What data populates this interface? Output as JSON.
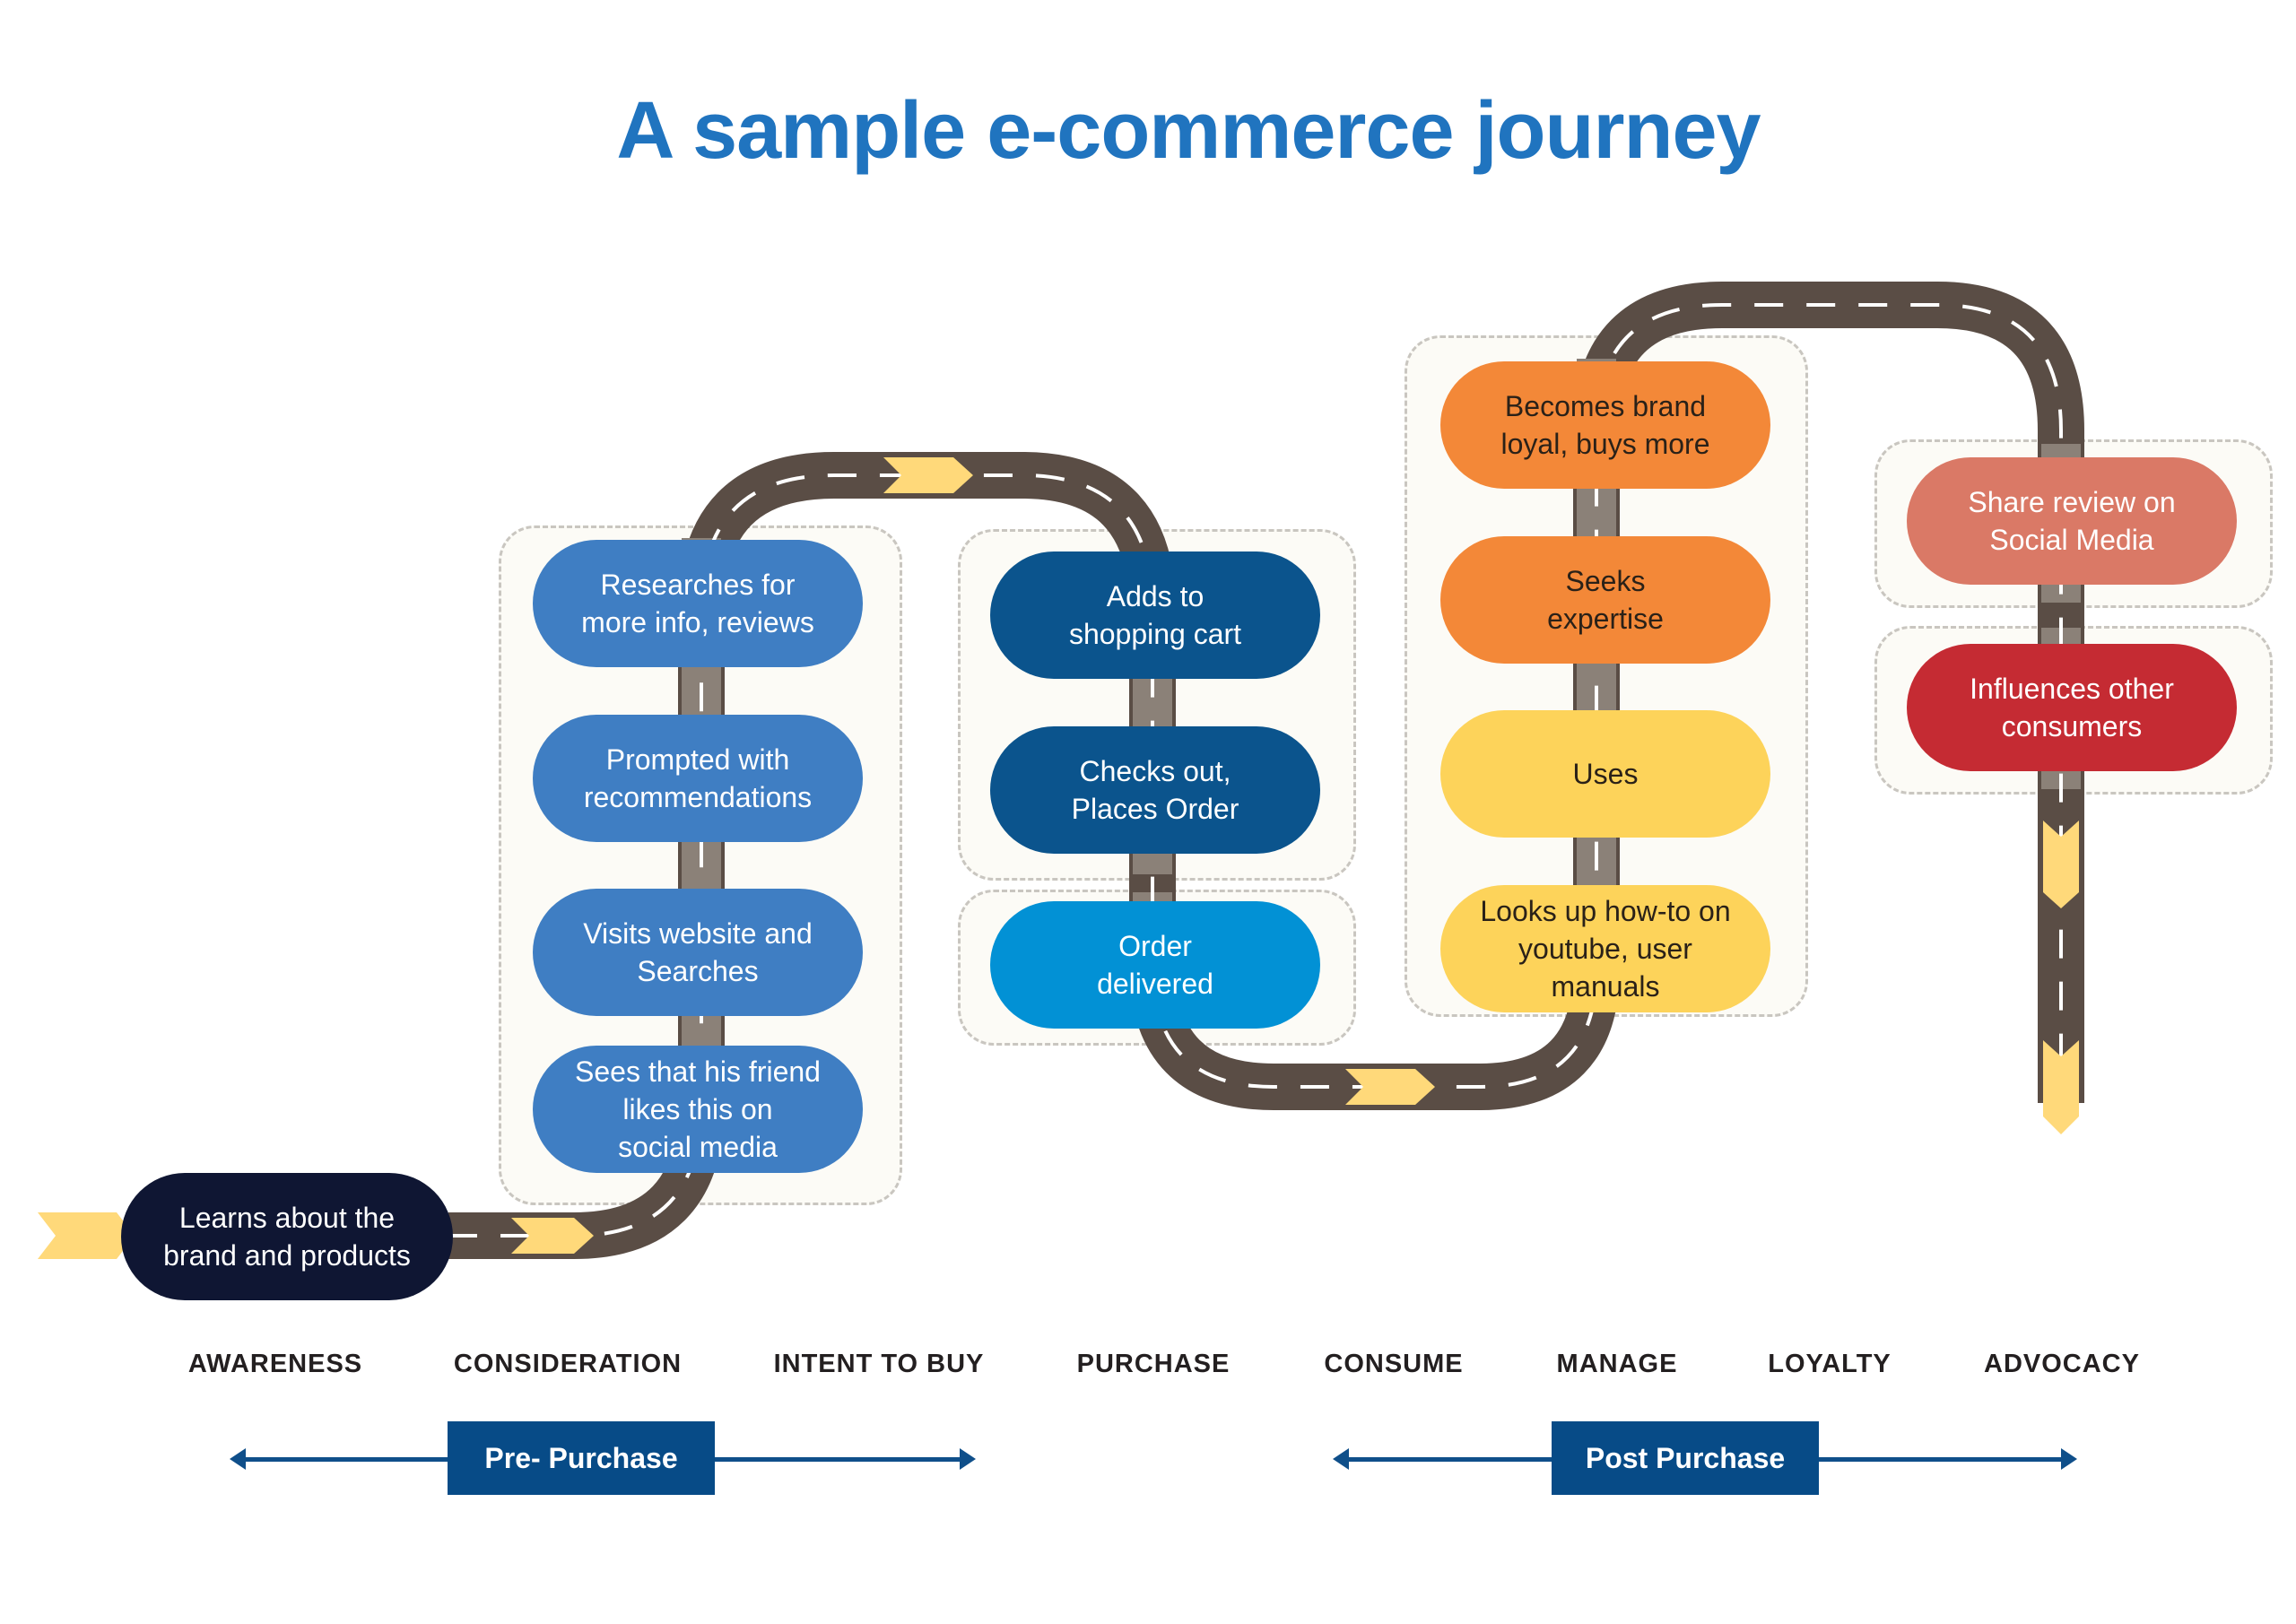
{
  "title": "A sample e-commerce journey",
  "colors": {
    "title": "#2074bf",
    "road": "#5a4d45",
    "road_covered": "#8b8178",
    "chevron": "#ffd97a",
    "phase_bar": "#074b87"
  },
  "steps": {
    "awareness": {
      "label": "Learns about the\nbrand and products",
      "color": "#0f1633"
    },
    "consideration": [
      {
        "label": "Researches  for\nmore info, reviews",
        "color": "#3f7ec3"
      },
      {
        "label": "Prompted with\nrecommendations",
        "color": "#3f7ec3"
      },
      {
        "label": "Visits website and\nSearches",
        "color": "#3f7ec3"
      },
      {
        "label": "Sees that his friend\nlikes this on\nsocial media",
        "color": "#3f7ec3"
      }
    ],
    "purchase": [
      {
        "label": "Adds to\nshopping cart",
        "color": "#0b548d"
      },
      {
        "label": "Checks out,\nPlaces Order",
        "color": "#0b548d"
      },
      {
        "label": "Order\ndelivered",
        "color": "#0291d5"
      }
    ],
    "manage": [
      {
        "label": "Becomes brand\nloyal, buys more",
        "color": "#f38838"
      },
      {
        "label": "Seeks\nexpertise",
        "color": "#f38838"
      },
      {
        "label": "Uses",
        "color": "#fdd35a"
      },
      {
        "label": "Looks up how-to on\nyoutube, user\nmanuals",
        "color": "#fdd35a"
      }
    ],
    "advocacy": [
      {
        "label": "Share review on\nSocial Media",
        "color": "#da7966"
      },
      {
        "label": "Influences other\nconsumers",
        "color": "#c52b33"
      }
    ]
  },
  "stages": [
    "AWARENESS",
    "CONSIDERATION",
    "INTENT TO BUY",
    "PURCHASE",
    "CONSUME",
    "MANAGE",
    "LOYALTY",
    "ADVOCACY"
  ],
  "phases": {
    "pre": "Pre- Purchase",
    "post": "Post Purchase"
  }
}
